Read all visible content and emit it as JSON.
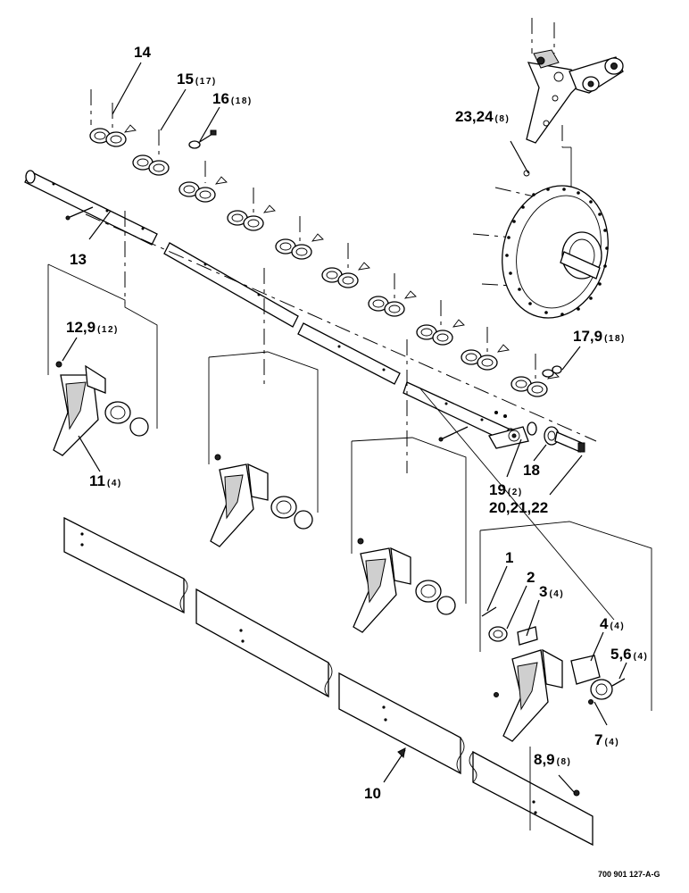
{
  "callouts": [
    {
      "id": "c14",
      "num": "14",
      "qty": ""
    },
    {
      "id": "c15",
      "num": "15",
      "qty": "(17)"
    },
    {
      "id": "c16",
      "num": "16",
      "qty": "(18)"
    },
    {
      "id": "c23",
      "num": "23,24",
      "qty": "(8)"
    },
    {
      "id": "c13",
      "num": "13",
      "qty": ""
    },
    {
      "id": "c12",
      "num": "12,9",
      "qty": "(12)"
    },
    {
      "id": "c17",
      "num": "17,9",
      "qty": "(18)"
    },
    {
      "id": "c11",
      "num": "11",
      "qty": "(4)"
    },
    {
      "id": "c18",
      "num": "18",
      "qty": ""
    },
    {
      "id": "c19",
      "num": "19",
      "qty": "(2)"
    },
    {
      "id": "c20",
      "num": "20,21,22",
      "qty": ""
    },
    {
      "id": "c1",
      "num": "1",
      "qty": ""
    },
    {
      "id": "c2",
      "num": "2",
      "qty": ""
    },
    {
      "id": "c3",
      "num": "3",
      "qty": "(4)"
    },
    {
      "id": "c4",
      "num": "4",
      "qty": "(4)"
    },
    {
      "id": "c56",
      "num": "5,6",
      "qty": "(4)"
    },
    {
      "id": "c7",
      "num": "7",
      "qty": "(4)"
    },
    {
      "id": "c89",
      "num": "8,9",
      "qty": "(8)"
    },
    {
      "id": "c10",
      "num": "10",
      "qty": ""
    }
  ],
  "footer": {
    "drawing_number": "700 901 127-A-G"
  }
}
